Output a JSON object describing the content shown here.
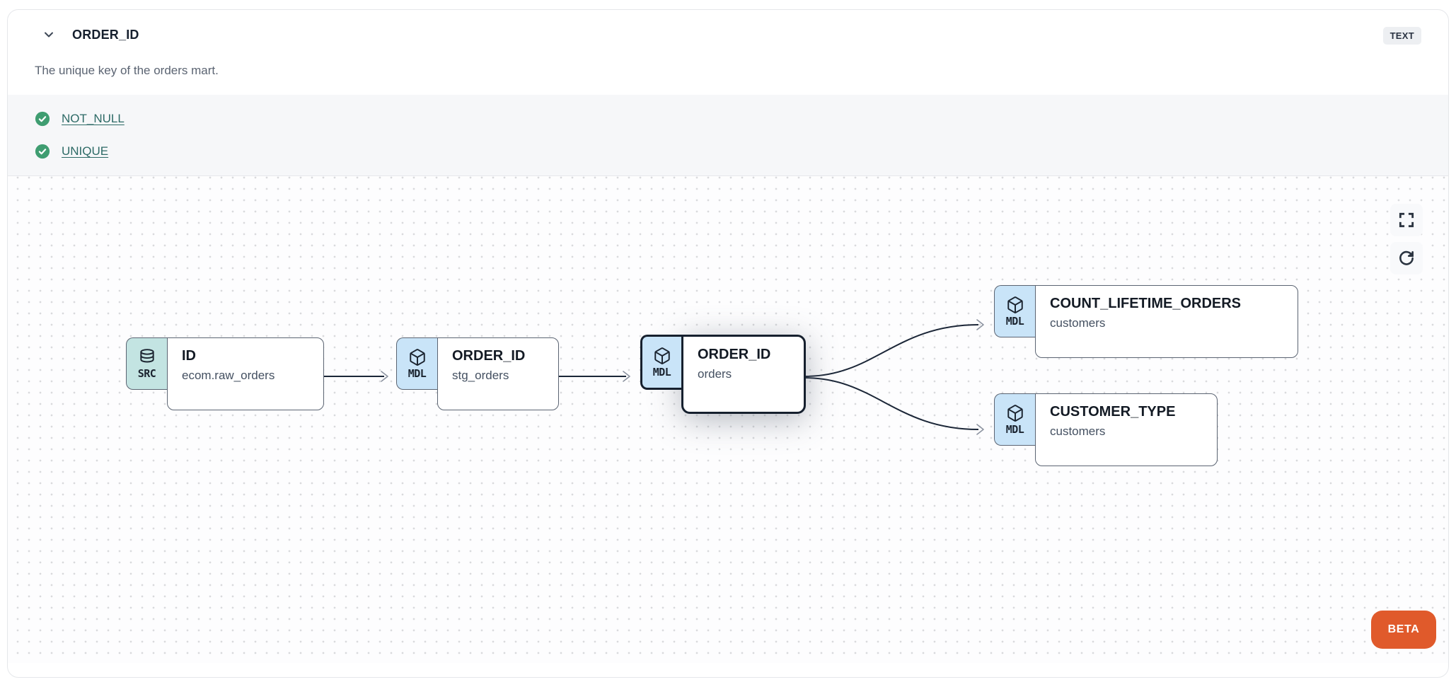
{
  "header": {
    "title": "ORDER_ID",
    "type_badge": "TEXT"
  },
  "description": "The unique key of the orders mart.",
  "tests": [
    {
      "label": "NOT_NULL",
      "status": "pass"
    },
    {
      "label": "UNIQUE",
      "status": "pass"
    }
  ],
  "lineage": {
    "nodes": [
      {
        "badge": "SRC",
        "title": "ID",
        "subtitle": "ecom.raw_orders",
        "type": "source",
        "icon": "database-icon",
        "selected": false
      },
      {
        "badge": "MDL",
        "title": "ORDER_ID",
        "subtitle": "stg_orders",
        "type": "model",
        "icon": "package-icon",
        "selected": false
      },
      {
        "badge": "MDL",
        "title": "ORDER_ID",
        "subtitle": "orders",
        "type": "model",
        "icon": "package-icon",
        "selected": true
      },
      {
        "badge": "MDL",
        "title": "COUNT_LIFETIME_ORDERS",
        "subtitle": "customers",
        "type": "model",
        "icon": "package-icon",
        "selected": false
      },
      {
        "badge": "MDL",
        "title": "CUSTOMER_TYPE",
        "subtitle": "customers",
        "type": "model",
        "icon": "package-icon",
        "selected": false
      }
    ],
    "beta_label": "BETA"
  },
  "colors": {
    "link_teal": "#2d6a66",
    "check_green": "#3f9d71",
    "beta_orange": "#e05a2b",
    "src_badge_bg": "#c3e4e2",
    "mdl_badge_bg": "#c9e4f8",
    "node_border": "#5b6472",
    "selected_border": "#16202e",
    "edge": "#1b2637"
  }
}
